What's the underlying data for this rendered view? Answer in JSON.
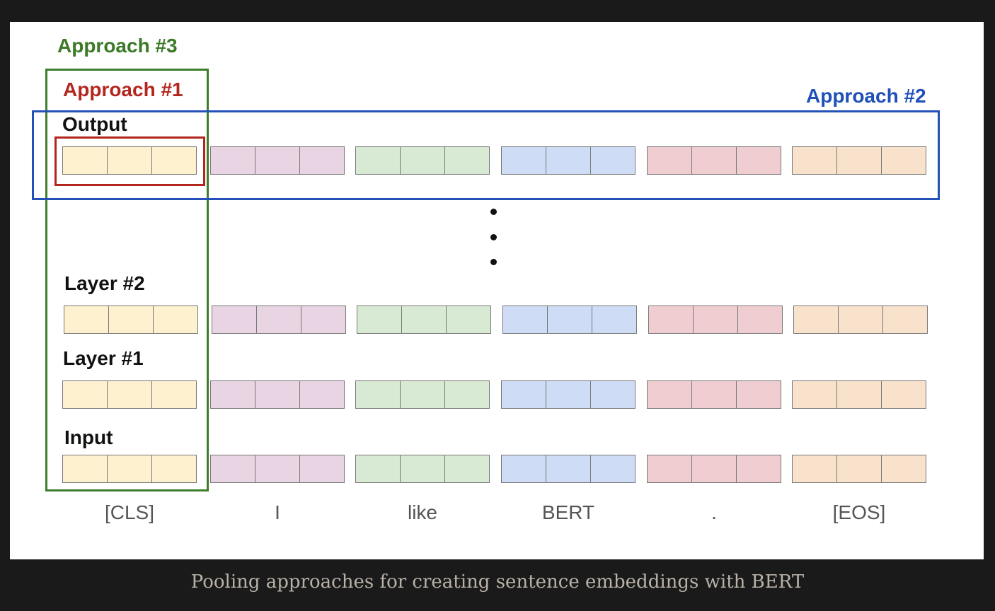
{
  "labels": {
    "approach3": "Approach #3",
    "approach1": "Approach #1",
    "approach2": "Approach #2",
    "output": "Output",
    "layer2": "Layer #2",
    "layer1": "Layer #1",
    "input": "Input"
  },
  "tokens": [
    "[CLS]",
    "I",
    "like",
    "BERT",
    ".",
    "[EOS]"
  ],
  "token_colors": [
    "#fdf1cf",
    "#e8d4e2",
    "#d8ead4",
    "#cfdcf6",
    "#f0cdd0",
    "#f9e2cc"
  ],
  "frame_colors": {
    "approach3": "#3e7d2b",
    "approach1": "#b3261e",
    "approach2": "#2450b8"
  },
  "caption": "Pooling approaches for creating sentence embeddings with BERT"
}
